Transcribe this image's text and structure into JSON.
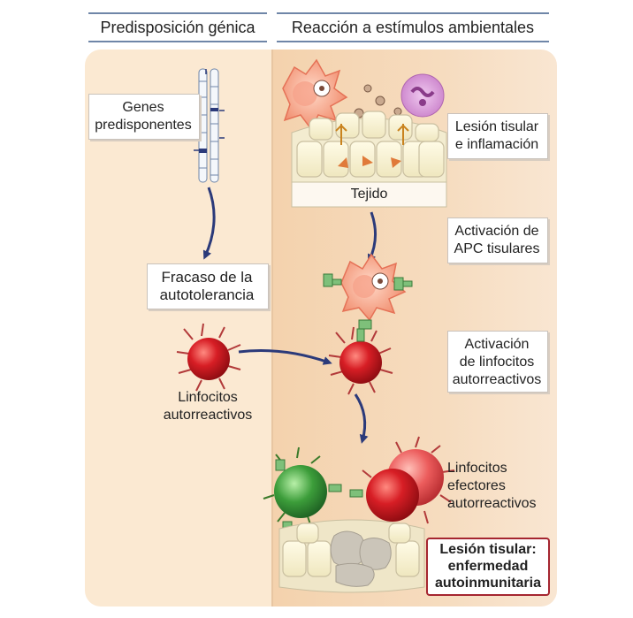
{
  "headers": {
    "left": "Predisposición génica",
    "right": "Reacción a estímulos ambientales"
  },
  "labels": {
    "genes": [
      "Genes",
      "predisponentes"
    ],
    "fracaso": [
      "Fracaso de la",
      "autotolerancia"
    ],
    "linfocitos_left": [
      "Linfocitos",
      "autorreactivos"
    ],
    "lesion": [
      "Lesión tisular",
      "e inflamación"
    ],
    "tejido": "Tejido",
    "apc": [
      "Activación de",
      "APC tisulares"
    ],
    "activacion_linfocitos": [
      "Activación",
      "de linfocitos",
      "autorreactivos"
    ],
    "efectores": [
      "Linfocitos",
      "efectores",
      "autorreactivos"
    ],
    "enfermedad": [
      "Lesión tisular:",
      "enfermedad",
      "autoinmunitaria"
    ]
  },
  "colors": {
    "arrow": "#2b3a7a",
    "t_cell_red": "#c4141c",
    "t_cell_green": "#2f8a2f",
    "header_rule": "#6f86a8",
    "emphasis_border": "#a52630"
  }
}
